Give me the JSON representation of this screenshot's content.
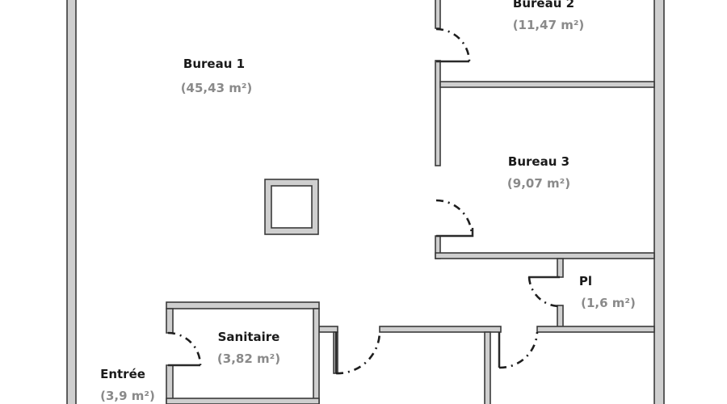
{
  "plan": {
    "rooms": [
      {
        "name": "Bureau 1",
        "area": "(45,43 m²)"
      },
      {
        "name": "Bureau 2",
        "area": "(11,47 m²)"
      },
      {
        "name": "Bureau 3",
        "area": "(9,07 m²)"
      },
      {
        "name": "Pl",
        "area": "(1,6 m²)"
      },
      {
        "name": "Sanitaire",
        "area": "(3,82 m²)"
      },
      {
        "name": "Entrée",
        "area": "(3,9 m²)"
      }
    ],
    "colors": {
      "wall_fill": "#cfcfcf",
      "wall_line": "#3a3a3a",
      "area_text": "#8a8a8a"
    }
  }
}
